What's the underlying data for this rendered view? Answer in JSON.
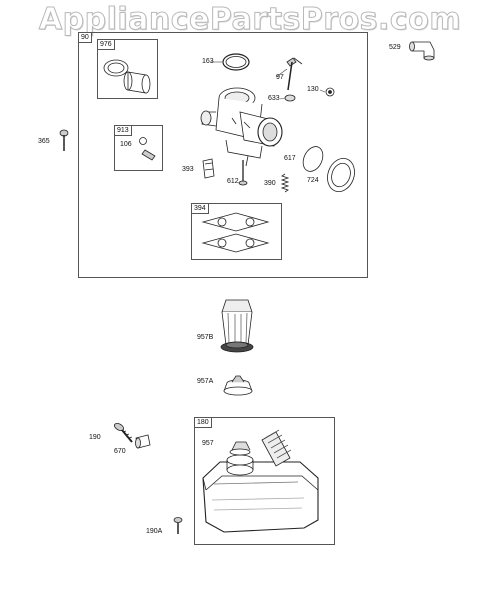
{
  "watermark": "AppliancePartsPros.com",
  "groups": {
    "carb": "90",
    "g976": "976",
    "g913": "913",
    "g394": "394",
    "g180": "180"
  },
  "parts": {
    "p529": "529",
    "p365": "365",
    "p976": "976",
    "p163": "163",
    "p97": "97",
    "p633": "633",
    "p130": "130",
    "p913": "913",
    "p106": "106",
    "p393": "393",
    "p612": "612",
    "p390": "390",
    "p617": "617",
    "p724": "724",
    "p957B": "957B",
    "p957A": "957A",
    "p190": "190",
    "p670": "670",
    "p957": "957",
    "p190A": "190A"
  }
}
